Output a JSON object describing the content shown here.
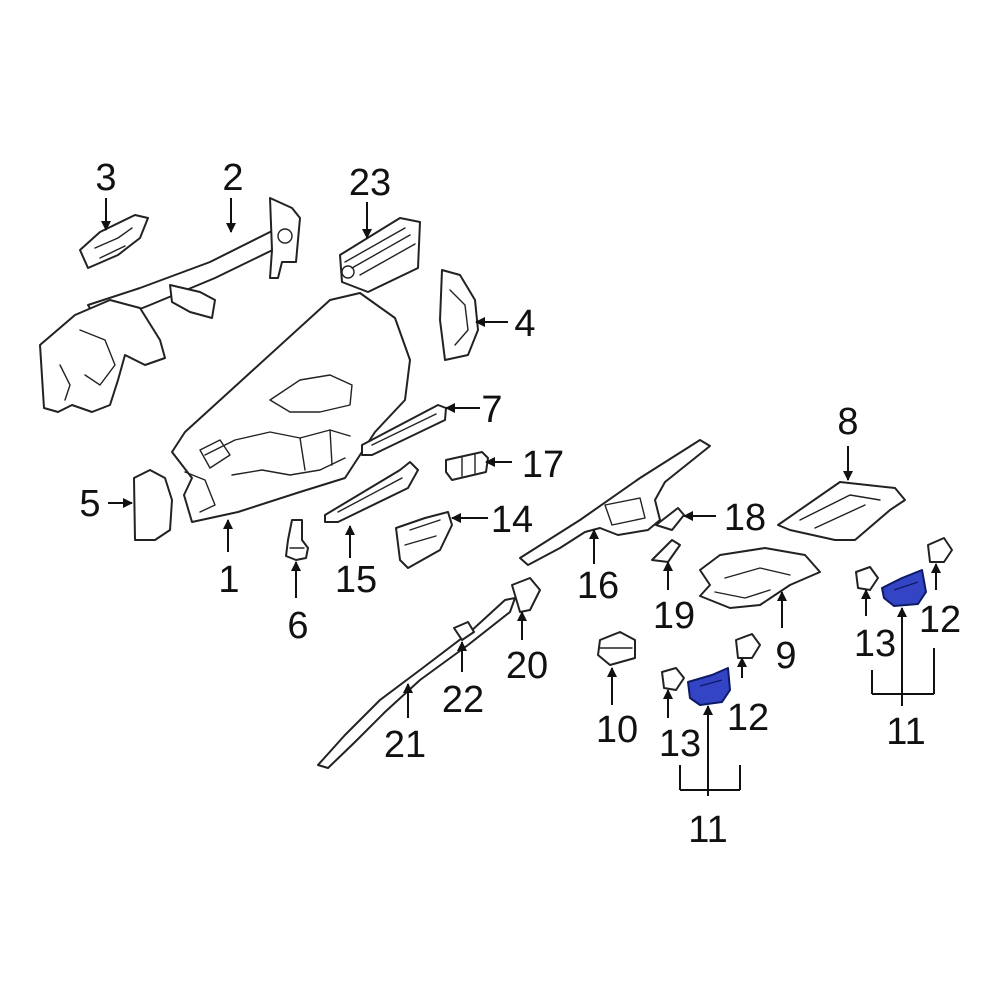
{
  "callouts": {
    "c1": "1",
    "c2": "2",
    "c3": "3",
    "c4": "4",
    "c5": "5",
    "c6": "6",
    "c7": "7",
    "c8": "8",
    "c9": "9",
    "c10": "10",
    "c11a": "11",
    "c12a": "12",
    "c13a": "13",
    "c11b": "11",
    "c12b": "12",
    "c13b": "13",
    "c14": "14",
    "c15": "15",
    "c16": "16",
    "c17": "17",
    "c18": "18",
    "c19": "19",
    "c20": "20",
    "c21": "21",
    "c22": "22",
    "c23": "23"
  },
  "colors": {
    "highlight": "#3345c4",
    "line": "#222222",
    "background": "#ffffff"
  }
}
